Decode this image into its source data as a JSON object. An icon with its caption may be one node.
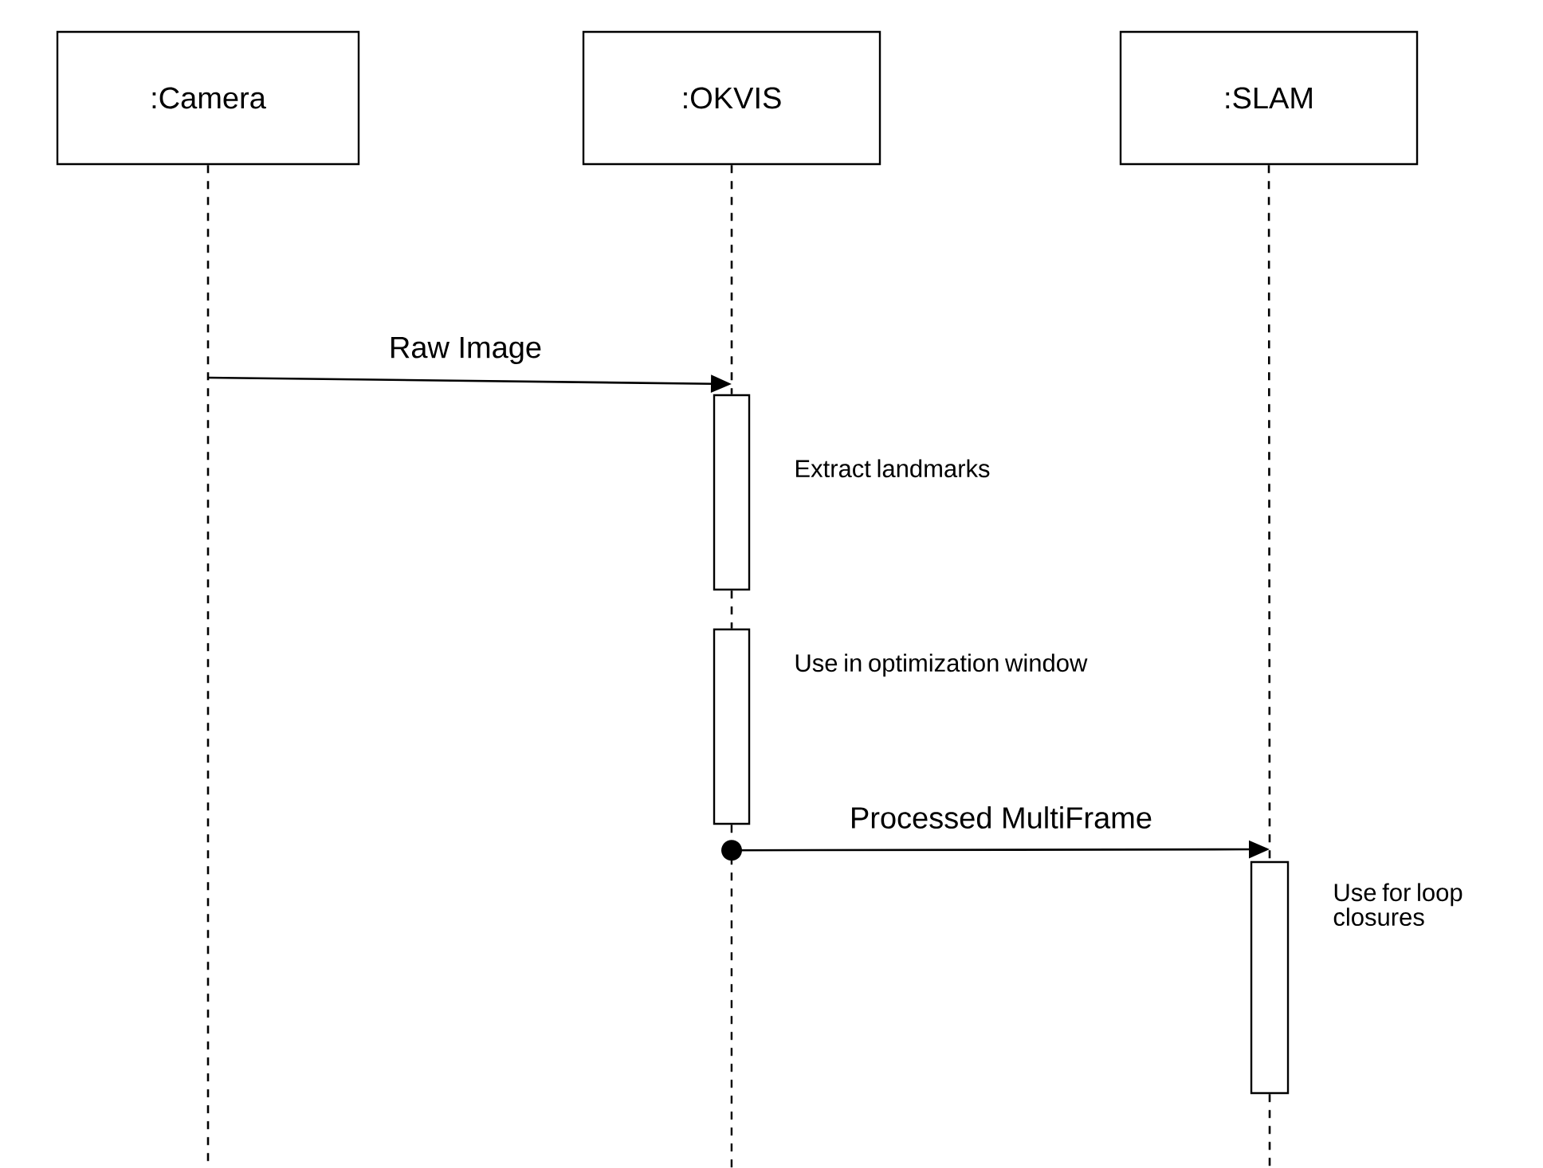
{
  "diagram": {
    "nodes": [
      {
        "text": [
          ":Camera"
        ]
      },
      {
        "text": [
          ":OKVIS"
        ]
      },
      {
        "text": [
          ":SLAM"
        ]
      },
      {
        "text": [],
        "shape": "bar",
        "beside": [
          "Extract landmarks"
        ]
      },
      {
        "text": [],
        "shape": "bar",
        "beside": [
          "Use in optimization window"
        ]
      },
      {
        "text": [],
        "shape": "bar",
        "beside": [
          "Use for loop closures"
        ]
      }
    ],
    "edges": [
      {
        "from": 0,
        "to": null,
        "arrow": "none",
        "style": "dashed"
      },
      {
        "from": 1,
        "to": 3,
        "arrow": "none",
        "style": "dashed"
      },
      {
        "from": 3,
        "to": 4,
        "arrow": "none",
        "style": "dashed"
      },
      {
        "from": 4,
        "to": null,
        "arrow": "none",
        "style": "dashed"
      },
      {
        "from": 2,
        "to": 5,
        "arrow": "none",
        "style": "dashed"
      },
      {
        "from": 5,
        "to": null,
        "arrow": "none",
        "style": "dashed"
      },
      {
        "from": null,
        "to": 3,
        "arrow": "to",
        "label": "Raw Image"
      },
      {
        "from": 4,
        "to": 5,
        "arrow": "to",
        "label": "Processed MultiFrame"
      }
    ]
  }
}
